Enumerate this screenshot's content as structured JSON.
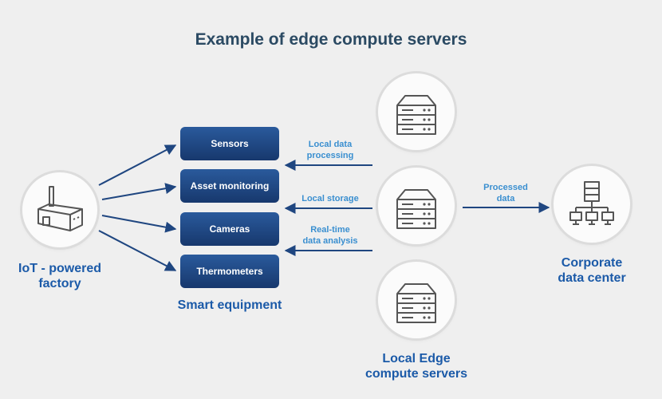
{
  "title": "Example of edge compute servers",
  "factory": {
    "label_line1": "IoT - powered",
    "label_line2": "factory"
  },
  "smart_equipment": {
    "label": "Smart equipment",
    "items": [
      "Sensors",
      "Asset monitoring",
      "Cameras",
      "Thermometers"
    ]
  },
  "flows": {
    "local_processing": [
      "Local data",
      "processing"
    ],
    "local_storage": "Local storage",
    "realtime": [
      "Real-time",
      "data analysis"
    ],
    "processed": [
      "Processed",
      "data"
    ]
  },
  "edge": {
    "label_line1": "Local Edge",
    "label_line2": "compute servers"
  },
  "datacenter": {
    "label_line1": "Corporate",
    "label_line2": "data center"
  },
  "colors": {
    "navy": "#1f4680",
    "title": "#2b4a63",
    "accent_blue": "#1b5aa8",
    "light_blue": "#3a8fd0",
    "icon_gray": "#555555"
  }
}
